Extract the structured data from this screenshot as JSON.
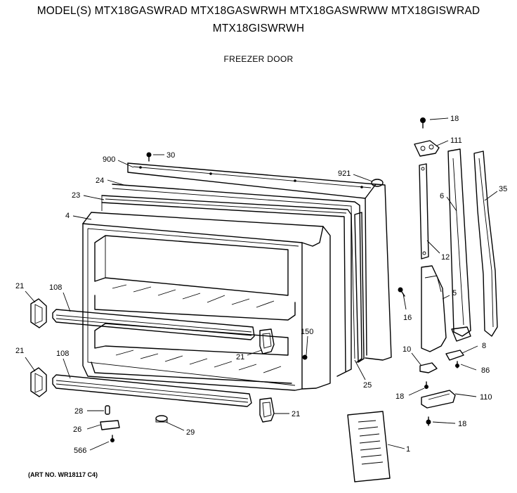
{
  "header": {
    "models_line1": "MODEL(S) MTX18GASWRAD  MTX18GASWRWH  MTX18GASWRWW  MTX18GISWRAD",
    "models_line2": "MTX18GISWRWH",
    "section": "FREEZER DOOR"
  },
  "footer": {
    "art_no": "(ART NO. WR18117 C4)"
  },
  "parts": {
    "p18a": "18",
    "p111": "111",
    "p30": "30",
    "p900": "900",
    "p921": "921",
    "p24": "24",
    "p23": "23",
    "p4": "4",
    "p6": "6",
    "p35": "35",
    "p12": "12",
    "p21a": "21",
    "p108a": "108",
    "p16": "16",
    "p5": "5",
    "p150": "150",
    "p21b": "21",
    "p21c": "21",
    "p108b": "108",
    "p10": "10",
    "p8": "8",
    "p86": "86",
    "p25": "25",
    "p18b": "18",
    "p110": "110",
    "p28": "28",
    "p26": "26",
    "p29": "29",
    "p21d": "21",
    "p18c": "18",
    "p566": "566",
    "p1": "1"
  }
}
